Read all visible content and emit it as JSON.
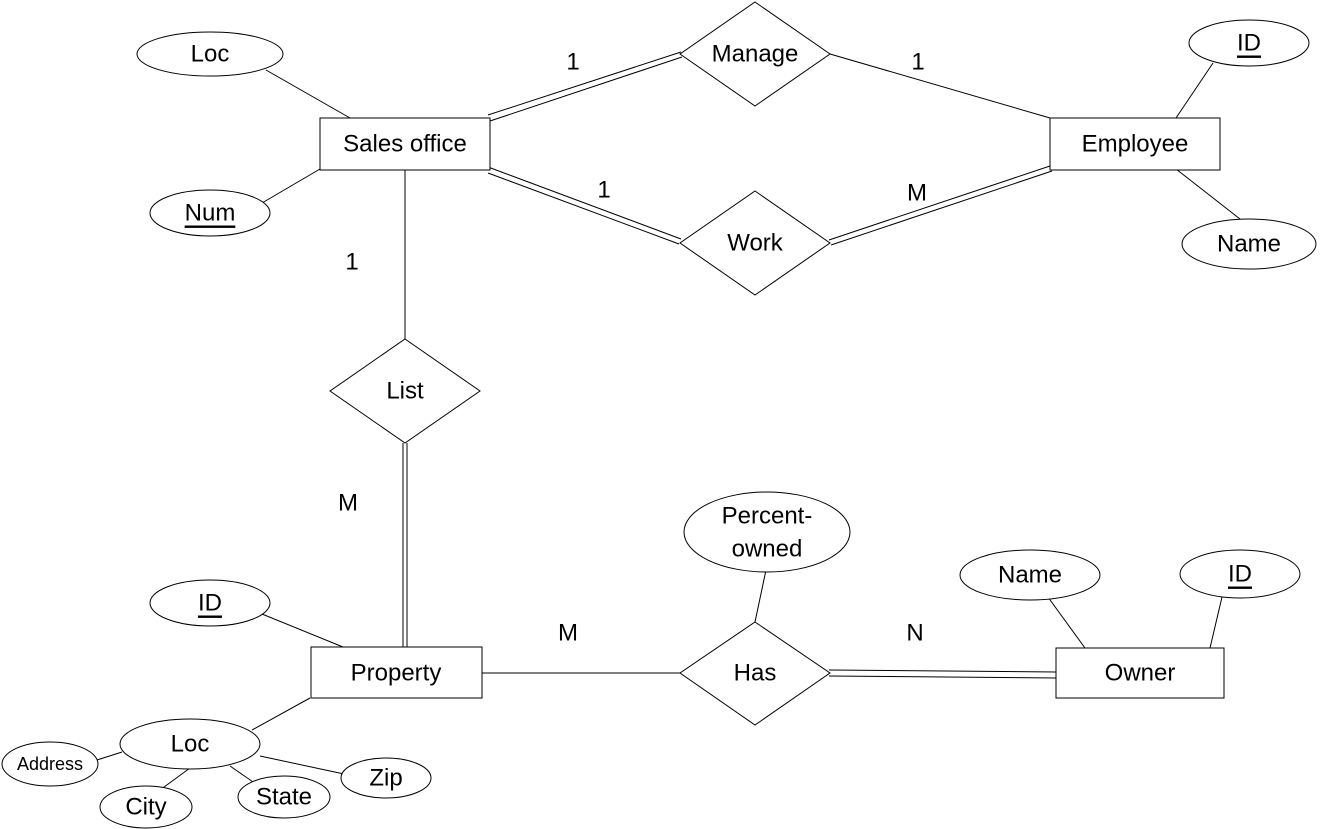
{
  "entities": {
    "sales_office": "Sales office",
    "employee": "Employee",
    "property": "Property",
    "owner": "Owner"
  },
  "relationships": {
    "manage": "Manage",
    "work": "Work",
    "list": "List",
    "has": "Has"
  },
  "attributes": {
    "sales_office_loc": "Loc",
    "sales_office_num": "Num",
    "employee_id": "ID",
    "employee_name": "Name",
    "property_id": "ID",
    "property_loc": "Loc",
    "property_loc_address": "Address",
    "property_loc_city": "City",
    "property_loc_state": "State",
    "property_loc_zip": "Zip",
    "has_percent_owned_line1": "Percent-",
    "has_percent_owned_line2": "owned",
    "owner_name": "Name",
    "owner_id": "ID"
  },
  "cardinalities": {
    "manage_sales_office": "1",
    "manage_employee": "1",
    "work_sales_office": "1",
    "work_employee": "M",
    "list_sales_office": "1",
    "list_property": "M",
    "has_property": "M",
    "has_owner": "N"
  }
}
